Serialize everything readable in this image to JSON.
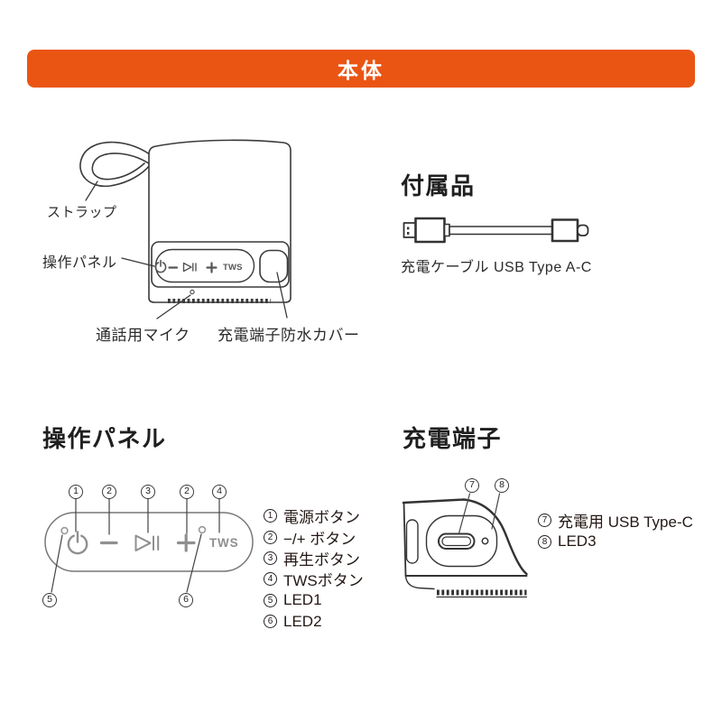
{
  "colors": {
    "accent": "#EA5514",
    "line": "#3A3A3A",
    "icon_gray": "#8F8F8F",
    "text": "#231815"
  },
  "banner": {
    "title": "本体"
  },
  "device": {
    "labels": {
      "strap": "ストラップ",
      "panel": "操作パネル",
      "mic": "通話用マイク",
      "cover": "充電端子防水カバー"
    },
    "tws": "TWS"
  },
  "accessories": {
    "heading": "付属品",
    "cable_label": "充電ケーブル USB Type A-C"
  },
  "panel_section": {
    "heading": "操作パネル",
    "tws": "TWS",
    "callouts_top": [
      "1",
      "2",
      "3",
      "2",
      "4"
    ],
    "callouts_bottom": [
      "5",
      "6"
    ],
    "legend": [
      {
        "num": "1",
        "label": "電源ボタン"
      },
      {
        "num": "2",
        "label": "−/+ ボタン"
      },
      {
        "num": "3",
        "label": "再生ボタン"
      },
      {
        "num": "4",
        "label": "TWSボタン"
      },
      {
        "num": "5",
        "label": "LED1"
      },
      {
        "num": "6",
        "label": "LED2"
      }
    ]
  },
  "charge_section": {
    "heading": "充電端子",
    "callouts": [
      "7",
      "8"
    ],
    "legend": [
      {
        "num": "7",
        "label": "充電用 USB Type-C"
      },
      {
        "num": "8",
        "label": "LED3"
      }
    ]
  }
}
